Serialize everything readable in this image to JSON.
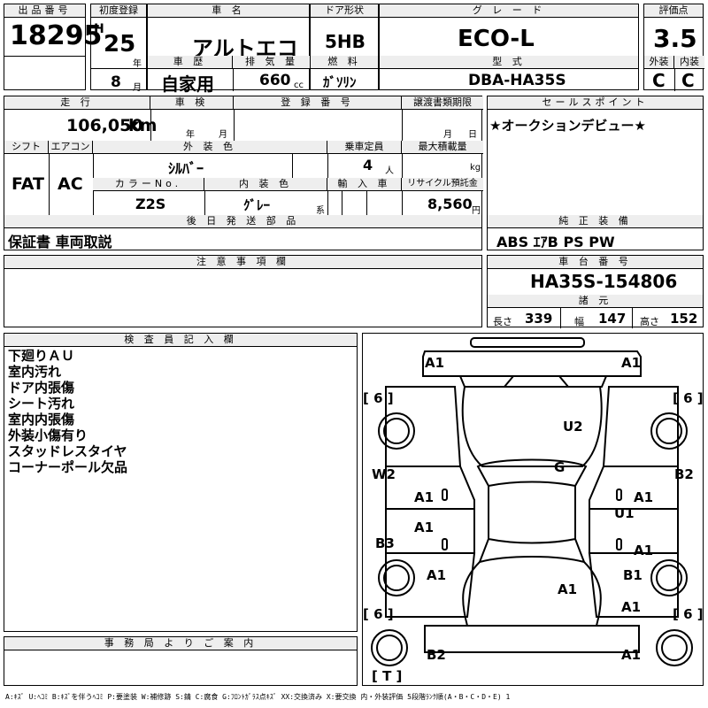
{
  "top": {
    "lot_label": "出品番号",
    "lot_no": "18295",
    "first_reg_label": "初度登録",
    "era": "H",
    "year_val": "25",
    "year_unit": "年",
    "month_val": "8",
    "month_unit": "月",
    "car_name_label": "車 名",
    "car_name": "アルトエコ",
    "history_label": "車 歴",
    "history": "自家用",
    "displacement_label": "排 気 量",
    "displacement": "660",
    "displacement_unit": "cc",
    "door_label": "ドア形状",
    "door": "5HB",
    "fuel_label": "燃 料",
    "fuel": "ｶﾞｿﾘﾝ",
    "grade_label": "グ レ ー ド",
    "grade": "ECO-L",
    "model_label": "型 式",
    "model": "DBA-HA35S",
    "score_label": "評価点",
    "score": "3.5",
    "ext_label": "外装",
    "ext": "C",
    "int_label": "内装",
    "int": "C"
  },
  "row2": {
    "mileage_label": "走 行",
    "mileage": "106,050",
    "mileage_unit": "km",
    "inspection_label": "車 検",
    "insp_year_unit": "年",
    "insp_month_unit": "月",
    "reg_label": "登 録 番 号",
    "transfer_label": "譲渡書類期限",
    "transfer_month_unit": "月",
    "transfer_day_unit": "日",
    "sales_label": "セールスポイント",
    "sales_point": "★オークションデビュー★"
  },
  "row3": {
    "shift_label": "シフト",
    "shift": "FAT",
    "ac_label": "エアコン",
    "ac": "AC",
    "color_label": "外 装 色",
    "color": "ｼﾙﾊﾞｰ",
    "capacity_label": "乗車定員",
    "capacity": "4",
    "capacity_unit": "人",
    "load_label": "最大積載量",
    "load_unit": "kg",
    "color_no_label": "カラーNo.",
    "color_no": "Z2S",
    "int_color_label": "内 装 色",
    "int_color": "ｸﾞﾚｰ",
    "int_color_unit": "系",
    "import_label": "輸 入 車",
    "recycle_label": "リサイクル預託金",
    "recycle": "8,560",
    "recycle_unit": "円"
  },
  "later": {
    "label": "後 日 発 送 部 品",
    "value": "保証書 車両取説"
  },
  "equipment": {
    "label": "純 正 装 備",
    "value": "ABS ｴｱB PS PW"
  },
  "notes": {
    "label": "注 意 事 項 欄"
  },
  "chassis": {
    "label": "車 台 番 号",
    "value": "HA35S-154806",
    "dims_label": "諸 元",
    "length_label": "長さ",
    "length": "339",
    "width_label": "幅",
    "width": "147",
    "height_label": "高さ",
    "height": "152"
  },
  "inspector": {
    "label": "検 査 員 記 入 欄",
    "lines": [
      "下廻りＡＵ",
      "室内汚れ",
      "ドア内張傷",
      "シート汚れ",
      "室内内張傷",
      "外装小傷有り",
      "スタッドレスタイヤ",
      "コーナーポール欠品"
    ]
  },
  "office": {
    "label": "事 務 局 よ り ご 案 内"
  },
  "diagram": {
    "marks": [
      "A1",
      "A1",
      "U2",
      "G",
      "W2",
      "B2",
      "A1",
      "A1",
      "U1",
      "A1",
      "A1",
      "B3",
      "A1",
      "B1",
      "A1",
      "A1",
      "B2",
      "A1"
    ],
    "tires": [
      "[ 6 ]",
      "[ 6 ]",
      "[ 6 ]",
      "[ 6 ]",
      "[ T ]"
    ]
  },
  "legend": "A:ｷｽﾞ U:ﾍｺﾐ B:ｷｽﾞを伴うﾍｺﾐ P:要塗装 W:補修跡 S:錆 C:腐食 G:ﾌﾛﾝﾄｶﾞﾗｽ点ｷｽﾞ XX:交換済み X:要交換 内・外装評価 5段階ﾗﾝｸ順(A・B・C・D・E) 1"
}
